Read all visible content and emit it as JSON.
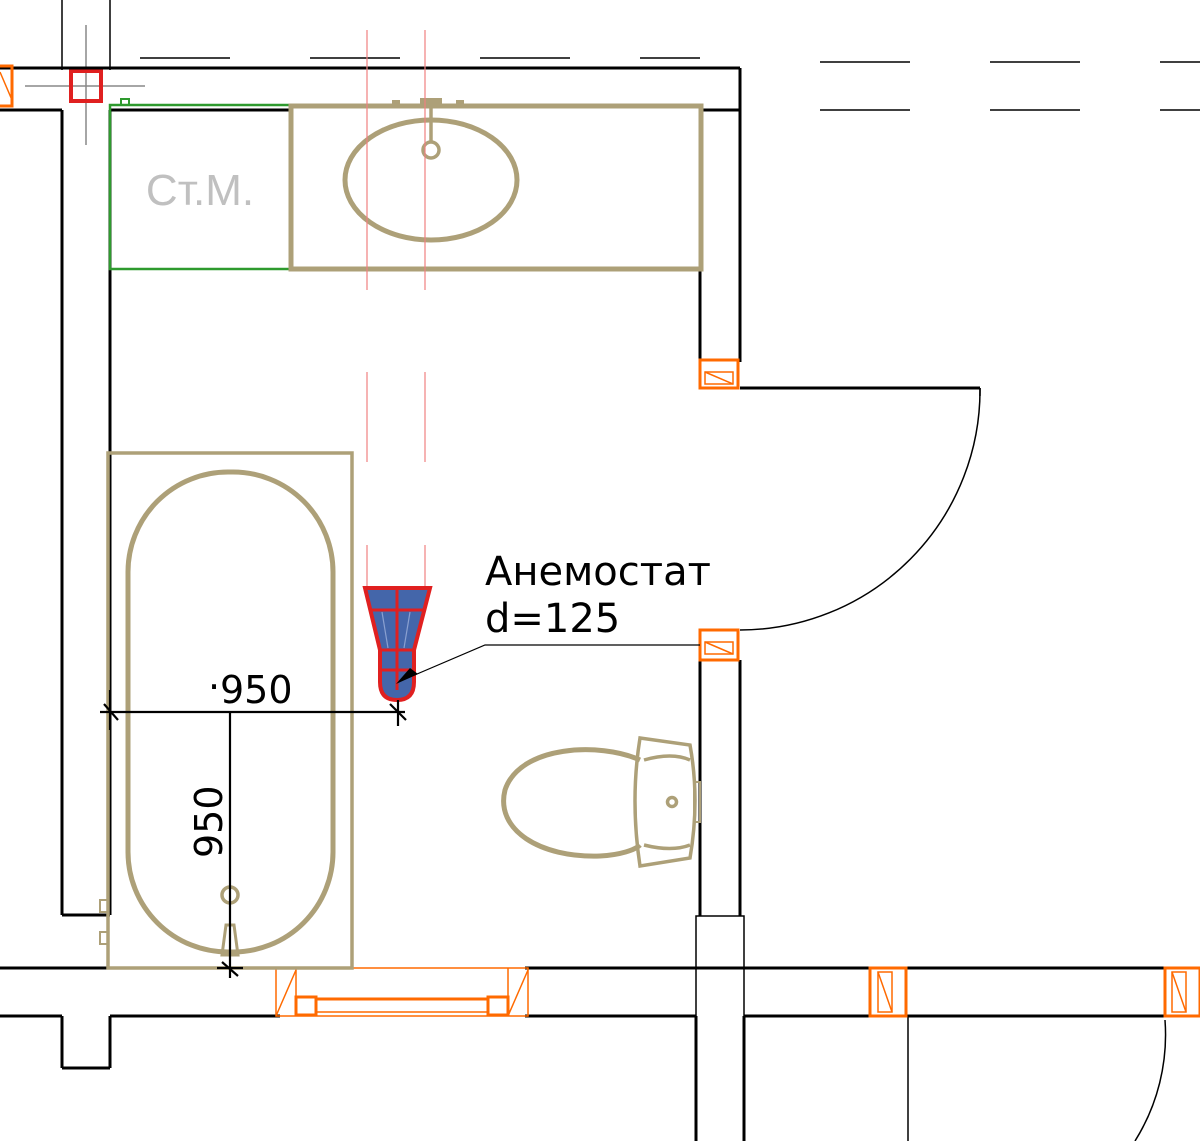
{
  "labels": {
    "washer": "Ст.М.",
    "diffuser_title": "Анемостат",
    "diffuser_size": "d=125",
    "dim_horizontal": "950",
    "dim_vertical": "950",
    "dim_horizontal_prefix": "·"
  },
  "colors": {
    "wall": "#000000",
    "fixture": "#ada078",
    "washer_outline": "#2e9a2e",
    "axis": "#f08080",
    "opening": "#ff6a00",
    "diffuser_fill": "#4466aa",
    "diffuser_outline": "#e02020",
    "column_marker": "#e02020"
  }
}
